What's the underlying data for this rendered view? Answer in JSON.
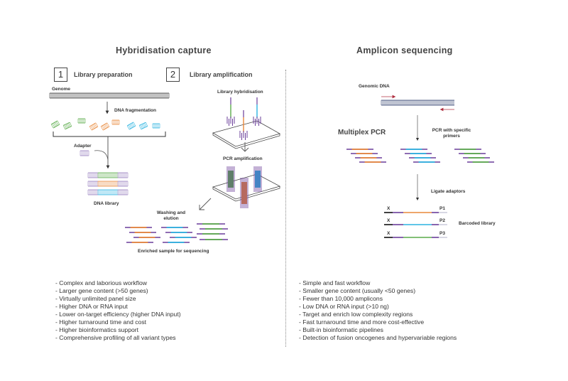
{
  "left": {
    "title": "Hybridisation capture",
    "steps": [
      {
        "number": "1",
        "label": "Library preparation"
      },
      {
        "number": "2",
        "label": "Library amplification"
      }
    ],
    "labels": {
      "genome": "Genome",
      "fragmentation": "DNA fragmentation",
      "adapter": "Adapter",
      "dna_library": "DNA library",
      "library_hybridisation": "Library hybridisation",
      "pcr_amplification": "PCR amplification",
      "washing": "Washing and elution",
      "enriched": "Enriched sample for sequencing"
    },
    "features": [
      "- Complex and laborious workflow",
      "- Larger gene content (>50 genes)",
      "- Virtually unlimited panel size",
      "- Higher DNA or RNA input",
      "- Lower on-target efficiency (higher DNA input)",
      "- Higher turnaround time and cost",
      "- Higher bioinformatics support",
      "- Comprehensive profiling of all variant types"
    ]
  },
  "right": {
    "title": "Amplicon sequencing",
    "labels": {
      "genomic_dna": "Genomic DNA",
      "multiplex_pcr": "Multiplex PCR",
      "pcr_specific": "PCR with specific primers",
      "ligate": "Ligate adaptors",
      "barcoded": "Barcoded library",
      "x": "X",
      "p1": "P1",
      "p2": "P2",
      "p3": "P3"
    },
    "features": [
      "- Simple and fast workflow",
      "- Smaller gene content (usually <50 genes)",
      "- Fewer than 10,000 amplicons",
      "- Low DNA or RNA input (>10 ng)",
      "- Target and enrich low complexity regions",
      "- Fast turnaround time and more cost-effective",
      "- Built-in bioinformatic pipelines",
      "- Detection of fusion oncogenes and hypervariable regions"
    ]
  },
  "colors": {
    "green": "#5aab4a",
    "orange": "#e8883a",
    "blue": "#2bb3e0",
    "purple": "#6a3d9a",
    "navy": "#2a3a6a",
    "red": "#b03040",
    "grey": "#666666"
  }
}
